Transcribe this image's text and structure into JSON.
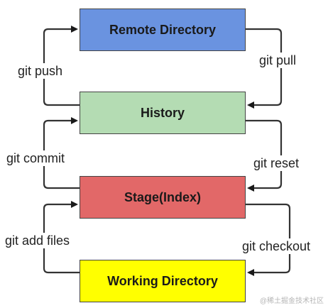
{
  "boxes": {
    "remote": {
      "label": "Remote Directory",
      "color": "#6a93e0"
    },
    "history": {
      "label": "History",
      "color": "#b4dcb3"
    },
    "stage": {
      "label": "Stage(Index)",
      "color": "#e26868"
    },
    "working": {
      "label": "Working Directory",
      "color": "#ffff00"
    }
  },
  "commands": {
    "push": "git push",
    "pull": "git pull",
    "commit": "git commit",
    "reset": "git reset",
    "add": "git add files",
    "checkout": "git checkout"
  },
  "watermark": "@稀土掘金技术社区",
  "line_color": "#333333"
}
